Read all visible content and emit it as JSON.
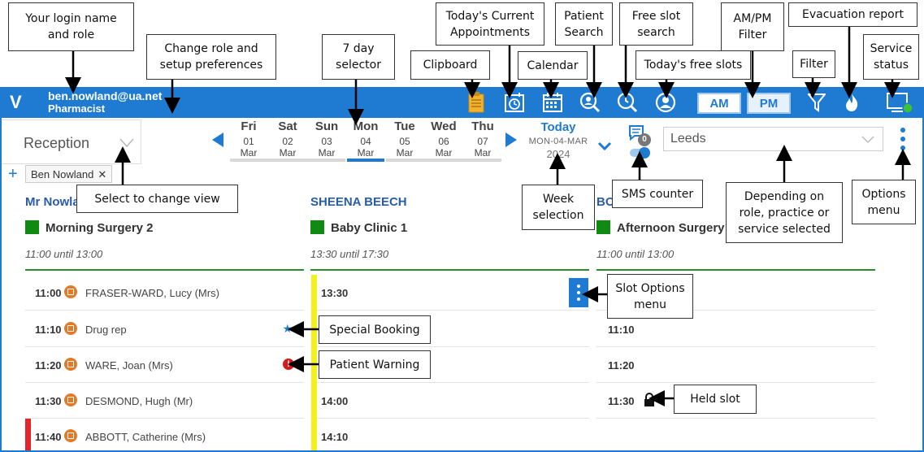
{
  "topbar": {
    "logo": "V",
    "user_name": "ben.nowland@ua.net",
    "user_role": "Pharmacist",
    "am_label": "AM",
    "pm_label": "PM",
    "bar_color": "#1f7ad1",
    "icons": [
      "clipboard-icon",
      "clock-calendar-icon",
      "calendar-icon",
      "search-icon",
      "free-slot-search-icon",
      "free-slots-icon",
      "filter-icon",
      "flame-icon",
      "monitor-status-icon"
    ]
  },
  "view_select": {
    "value": "Reception"
  },
  "week": {
    "days": [
      {
        "name": "Fri",
        "date": "01",
        "month": "Mar"
      },
      {
        "name": "Sat",
        "date": "02",
        "month": "Mar"
      },
      {
        "name": "Sun",
        "date": "03",
        "month": "Mar"
      },
      {
        "name": "Mon",
        "date": "04",
        "month": "Mar",
        "selected": true
      },
      {
        "name": "Tue",
        "date": "05",
        "month": "Mar"
      },
      {
        "name": "Wed",
        "date": "06",
        "month": "Mar"
      },
      {
        "name": "Thu",
        "date": "07",
        "month": "Mar"
      }
    ],
    "today_label": "Today",
    "today_date": "MON-04-MAR",
    "year": "2024"
  },
  "sms": {
    "count": "0"
  },
  "location": {
    "value": "Leeds"
  },
  "tags": {
    "add_symbol": "+",
    "items": [
      "Ben Nowland"
    ],
    "remove_symbol": "✕"
  },
  "columns": [
    {
      "name": "Mr Nowla",
      "session": "Morning Surgery 2",
      "time": "11:00 until 13:00",
      "slots": [
        {
          "time": "11:00",
          "patient": "FRASER-WARD, Lucy (Mrs)",
          "booked": true
        },
        {
          "time": "11:10",
          "patient": "Drug rep",
          "booked": true,
          "marker": "star"
        },
        {
          "time": "11:20",
          "patient": "WARE, Joan (Mrs)",
          "booked": true,
          "marker": "warning"
        },
        {
          "time": "11:30",
          "patient": "DESMOND, Hugh (Mr)",
          "booked": true
        },
        {
          "time": "11:40",
          "patient": "ABBOTT, Catherine (Mrs)",
          "booked": true,
          "flag": "#e3262c"
        }
      ]
    },
    {
      "name": "SHEENA BEECH",
      "session": "Baby Clinic 1",
      "time": "13:30 until 17:30",
      "slots": [
        {
          "time": "13:30"
        },
        {
          "time": ""
        },
        {
          "time": ""
        },
        {
          "time": "14:00"
        },
        {
          "time": "14:10"
        }
      ]
    },
    {
      "name": "BO",
      "session": "Afternoon Surgery",
      "time": "11:00 until 13:00",
      "slots": [
        {
          "time": ""
        },
        {
          "time": "11:10"
        },
        {
          "time": "11:20"
        },
        {
          "time": "11:30",
          "marker": "held"
        },
        {
          "time": ""
        }
      ]
    }
  ],
  "callouts": [
    {
      "id": "login",
      "text": "Your login name\nand role"
    },
    {
      "id": "role",
      "text": "Change role and\nsetup preferences"
    },
    {
      "id": "sevenday",
      "text": "7 day\nselector"
    },
    {
      "id": "clipboard",
      "text": "Clipboard"
    },
    {
      "id": "todaycur",
      "text": "Today's Current\nAppointments"
    },
    {
      "id": "calendar",
      "text": "Calendar"
    },
    {
      "id": "patsearch",
      "text": "Patient\nSearch"
    },
    {
      "id": "freesearch",
      "text": "Free slot\nsearch"
    },
    {
      "id": "todayfree",
      "text": "Today's free slots"
    },
    {
      "id": "ampmfilter",
      "text": "AM/PM\nFilter"
    },
    {
      "id": "filter",
      "text": "Filter"
    },
    {
      "id": "evac",
      "text": "Evacuation report"
    },
    {
      "id": "service",
      "text": "Service\nstatus"
    },
    {
      "id": "changeview",
      "text": "Select to change view"
    },
    {
      "id": "weeksel",
      "text": "Week\nselection"
    },
    {
      "id": "smscounter",
      "text": "SMS counter"
    },
    {
      "id": "depending",
      "text": "Depending on\nrole, practice or\nservice selected"
    },
    {
      "id": "options",
      "text": "Options\nmenu"
    },
    {
      "id": "slotopts",
      "text": "Slot Options\nmenu"
    },
    {
      "id": "special",
      "text": "Special Booking"
    },
    {
      "id": "patwarn",
      "text": "Patient Warning"
    },
    {
      "id": "held",
      "text": "Held slot"
    }
  ]
}
